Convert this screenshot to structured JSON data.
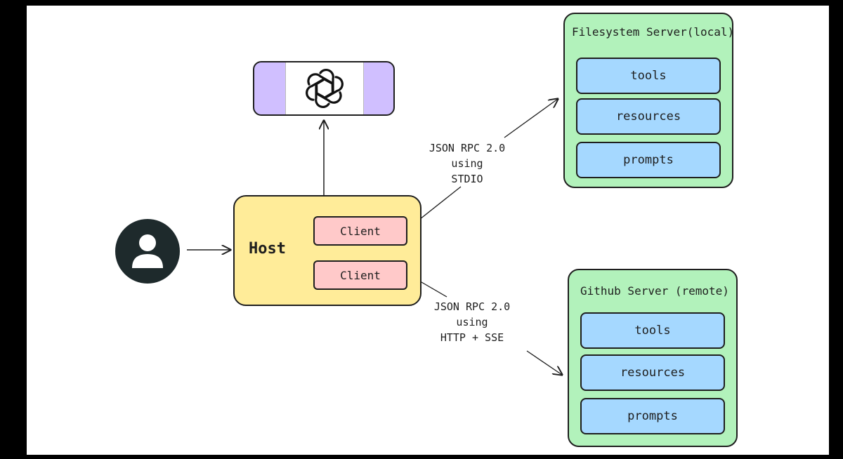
{
  "colors": {
    "server_fill": "#b2f2bb",
    "item_fill": "#a5d8ff",
    "host_fill": "#ffec99",
    "client_fill": "#ffc9c9",
    "llm_frame_fill": "#d0bfff",
    "user_fill": "#1e2a2c"
  },
  "icons": {
    "llm": "openai-logo-icon",
    "user": "user-avatar-icon"
  },
  "host": {
    "label": "Host",
    "clients": [
      "Client",
      "Client"
    ]
  },
  "filesystem_server": {
    "title": "Filesystem Server(local)",
    "items": [
      "tools",
      "resources",
      "prompts"
    ]
  },
  "github_server": {
    "title": "Github Server (remote)",
    "items": [
      "tools",
      "resources",
      "prompts"
    ]
  },
  "connections": {
    "stdio": [
      "JSON RPC 2.0",
      "using",
      "STDIO"
    ],
    "http": [
      "JSON RPC 2.0",
      "using",
      "HTTP + SSE"
    ]
  }
}
